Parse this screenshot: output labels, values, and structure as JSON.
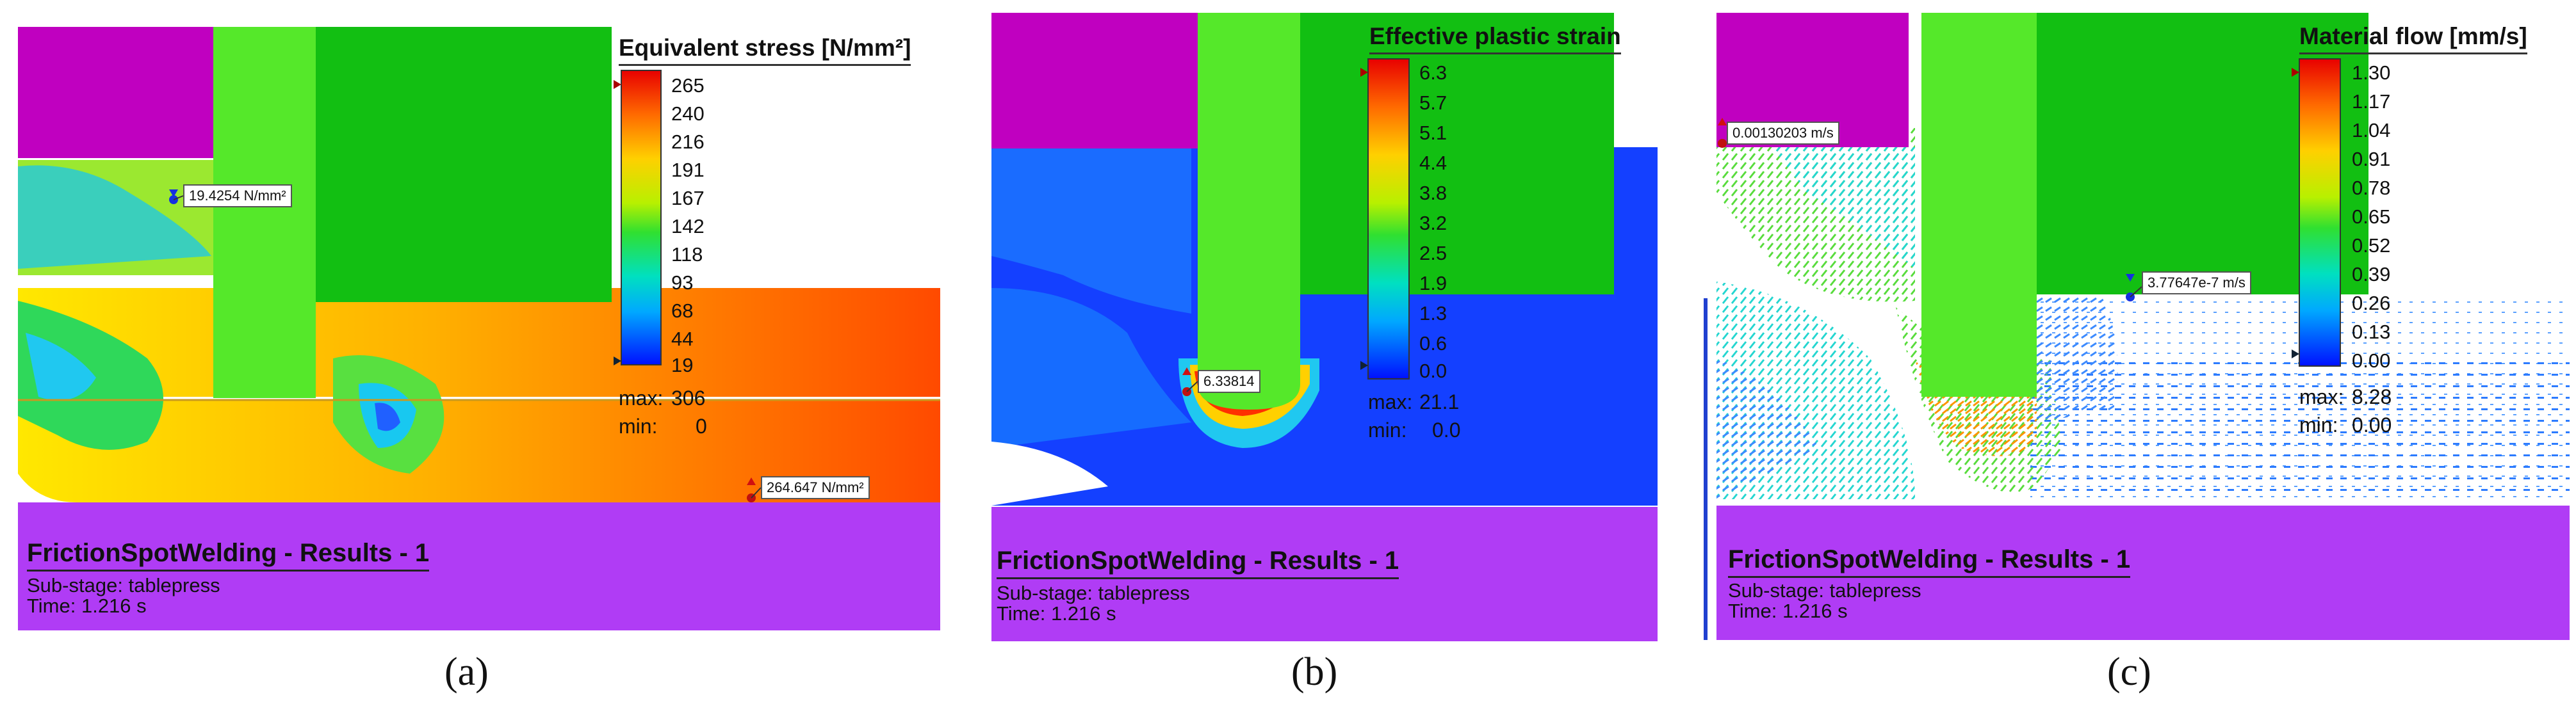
{
  "panels": {
    "a": {
      "caption": "(a)",
      "colorbar": {
        "title": "Equivalent stress [N/mm²]",
        "ticks": [
          "265",
          "240",
          "216",
          "191",
          "167",
          "142",
          "118",
          "93",
          "68",
          "44",
          "19"
        ],
        "max_label": "max:",
        "max_value": "306",
        "min_label": "min:",
        "min_value": "0"
      },
      "probes": [
        "19.4254 N/mm²",
        "264.647 N/mm²"
      ],
      "banner": {
        "title": "FrictionSpotWelding - Results - 1",
        "substage": "Sub-stage: tablepress",
        "time": "Time: 1.216 s"
      }
    },
    "b": {
      "caption": "(b)",
      "colorbar": {
        "title": "Effective plastic strain",
        "ticks": [
          "6.3",
          "5.7",
          "5.1",
          "4.4",
          "3.8",
          "3.2",
          "2.5",
          "1.9",
          "1.3",
          "0.6",
          "0.0"
        ],
        "max_label": "max:",
        "max_value": "21.1",
        "min_label": "min:",
        "min_value": "0.0"
      },
      "probes": [
        "6.33814"
      ],
      "banner": {
        "title": "FrictionSpotWelding - Results - 1",
        "substage": "Sub-stage: tablepress",
        "time": "Time: 1.216 s"
      }
    },
    "c": {
      "caption": "(c)",
      "colorbar": {
        "title": "Material flow [mm/s]",
        "ticks": [
          "1.30",
          "1.17",
          "1.04",
          "0.91",
          "0.78",
          "0.65",
          "0.52",
          "0.39",
          "0.26",
          "0.13",
          "0.00"
        ],
        "max_label": "max:",
        "max_value": "8.28",
        "min_label": "min:",
        "min_value": "0.00"
      },
      "probes": [
        "0.00130203 m/s",
        "3.77647e-7 m/s"
      ],
      "banner": {
        "title": "FrictionSpotWelding - Results - 1",
        "substage": "Sub-stage: tablepress",
        "time": "Time: 1.216 s"
      }
    }
  },
  "colors": {
    "clamp": "#c000c0",
    "tool": "#12bf12",
    "pin": "#55e82a",
    "backing": "#b03cf5",
    "low": "#1030ff",
    "high": "#ff2000"
  }
}
